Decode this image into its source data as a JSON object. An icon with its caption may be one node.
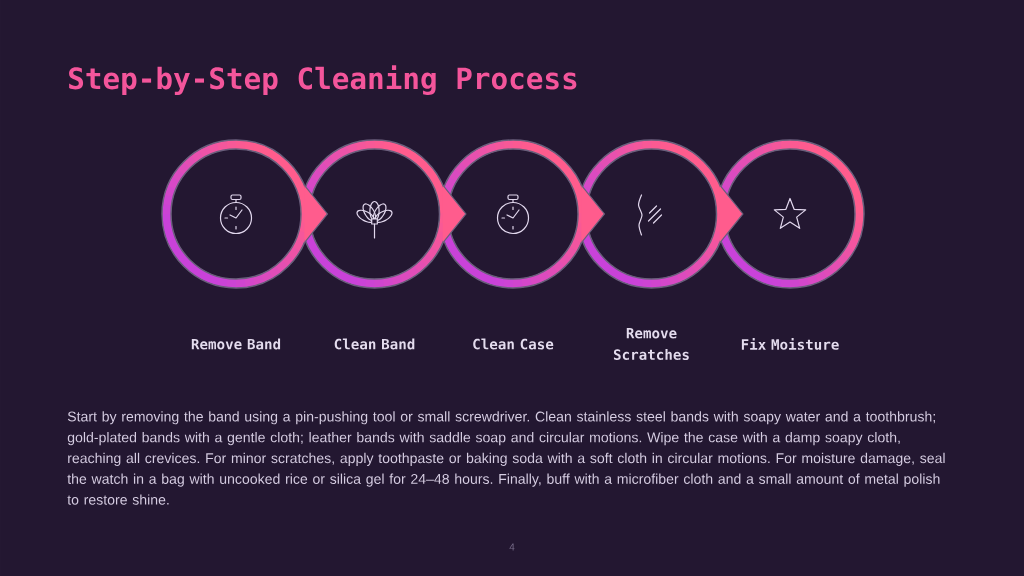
{
  "diagram": {
    "title": "Step-by-Step Cleaning Process",
    "nodes": [
      {
        "text": [
          "Remove Band"
        ]
      },
      {
        "text": [
          "Clean Band"
        ]
      },
      {
        "text": [
          "Clean Case"
        ]
      },
      {
        "text": [
          "Remove Scratches"
        ]
      },
      {
        "text": [
          "Fix Moisture"
        ]
      }
    ],
    "edges": [
      {
        "from": 0,
        "to": 1,
        "arrow": "to"
      },
      {
        "from": 1,
        "to": 2,
        "arrow": "to"
      },
      {
        "from": 2,
        "to": 3,
        "arrow": "to"
      },
      {
        "from": 3,
        "to": 4,
        "arrow": "to"
      }
    ],
    "labels": [
      "Start by removing the band using a pin-pushing tool or small screwdriver. Clean stainless steel bands with soapy water and a toothbrush; gold-plated bands with a gentle cloth; leather bands with saddle soap and circular motions. Wipe the case with a damp soapy cloth, reaching all crevices. For minor scratches, apply toothpaste or baking soda with a soft cloth in circular motions. For moisture damage, seal the watch in a bag with uncooked rice or silica gel for 24–48 hours. Finally, buff with a microfiber cloth and a small amount of metal polish to restore shine.",
      "4"
    ]
  }
}
